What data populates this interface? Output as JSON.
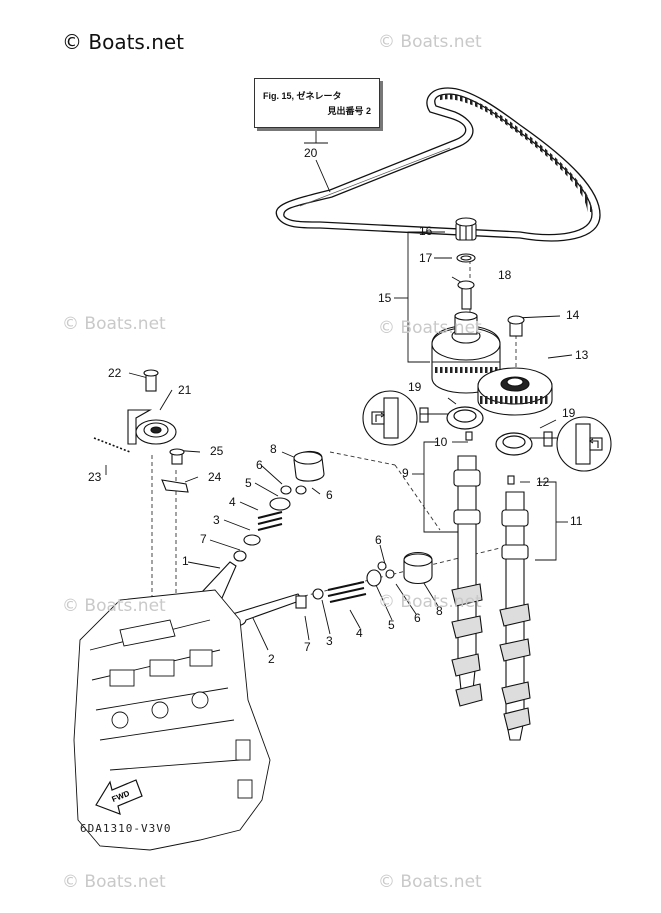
{
  "brand": "© Boats.net",
  "watermark": "© Boats.net",
  "figure_ref": {
    "line1": "Fig. 15, ゼネレータ",
    "line2": "見出番号 2"
  },
  "drawing_code": "6DA1310-V3V0",
  "fwd_label": "FWD",
  "callouts": {
    "c1": "1",
    "c2": "2",
    "c3a": "3",
    "c3b": "3",
    "c4a": "4",
    "c4b": "4",
    "c5a": "5",
    "c5b": "5",
    "c6a": "6",
    "c6b": "6",
    "c6c": "6",
    "c6d": "6",
    "c7a": "7",
    "c7b": "7",
    "c8a": "8",
    "c8b": "8",
    "c9": "9",
    "c10": "10",
    "c11": "11",
    "c12": "12",
    "c13": "13",
    "c14": "14",
    "c15": "15",
    "c16": "16",
    "c17": "17",
    "c18": "18",
    "c19a": "19",
    "c19b": "19",
    "c20": "20",
    "c21": "21",
    "c22": "22",
    "c23": "23",
    "c24": "24",
    "c25": "25"
  }
}
